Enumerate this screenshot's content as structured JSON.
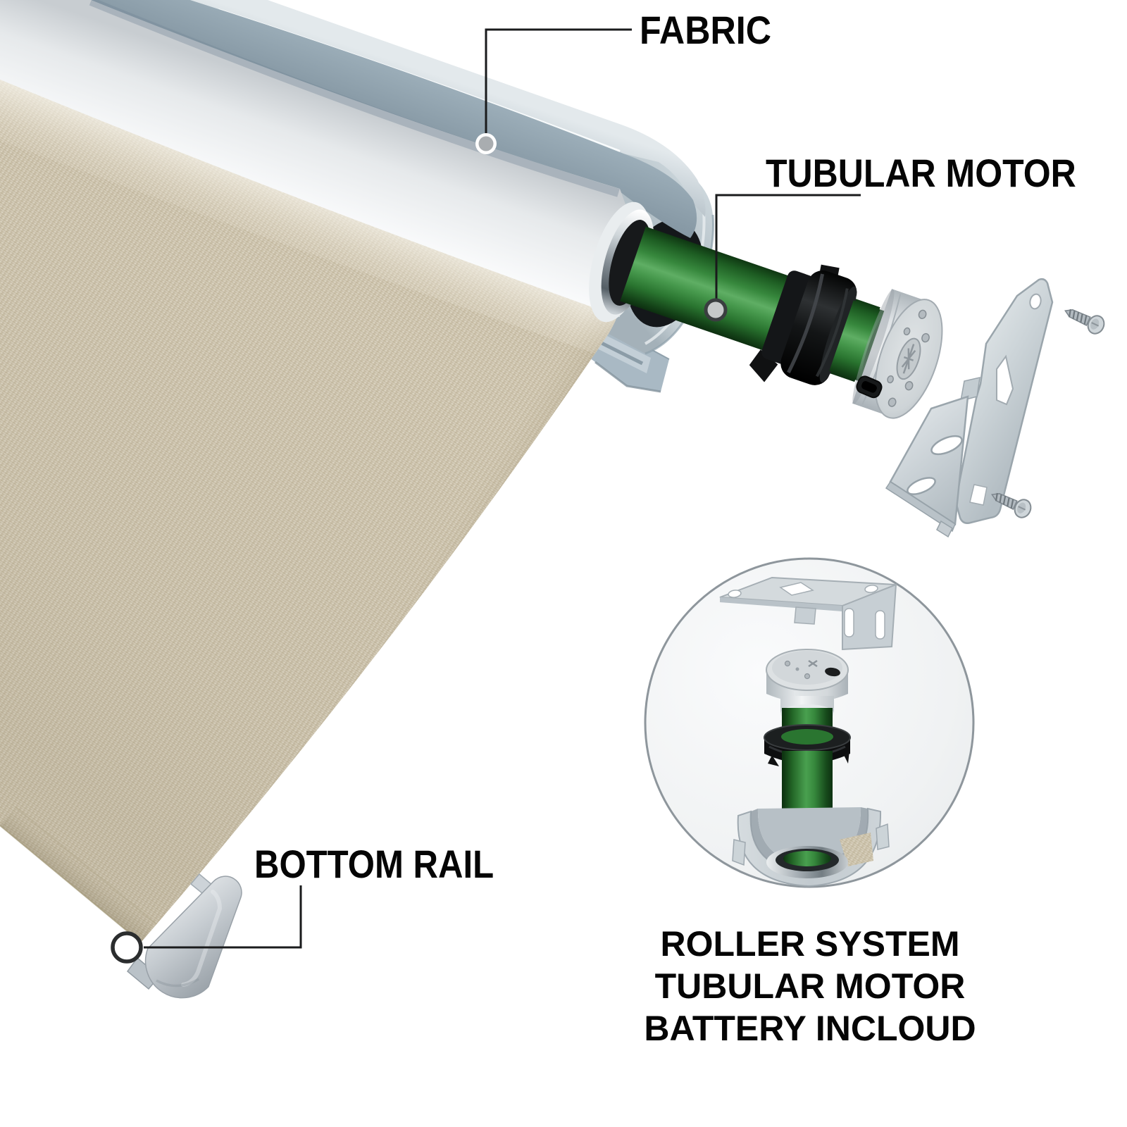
{
  "diagram": {
    "title": "motorized roller shade exploded diagram",
    "background": "#ffffff",
    "labels": {
      "fabric": "FABRIC",
      "tubular_motor": "TUBULAR MOTOR",
      "bottom_rail": "BOTTOM RAIL"
    },
    "caption": {
      "line1": "ROLLER SYSTEM",
      "line2": "TUBULAR MOTOR",
      "line3": "BATTERY INCLOUD"
    },
    "colors": {
      "callout_line": "#1a1b1c",
      "text": "#050505",
      "motor_green": "#2e7d33",
      "fabric_beige": "#ccc3ae",
      "cassette_slate": "#8799a5",
      "roller_white": "#f5f8f9",
      "metal_gray": "#c9d0d4",
      "adapter_black": "#17191a",
      "chrome": "#b9c1c6"
    }
  }
}
